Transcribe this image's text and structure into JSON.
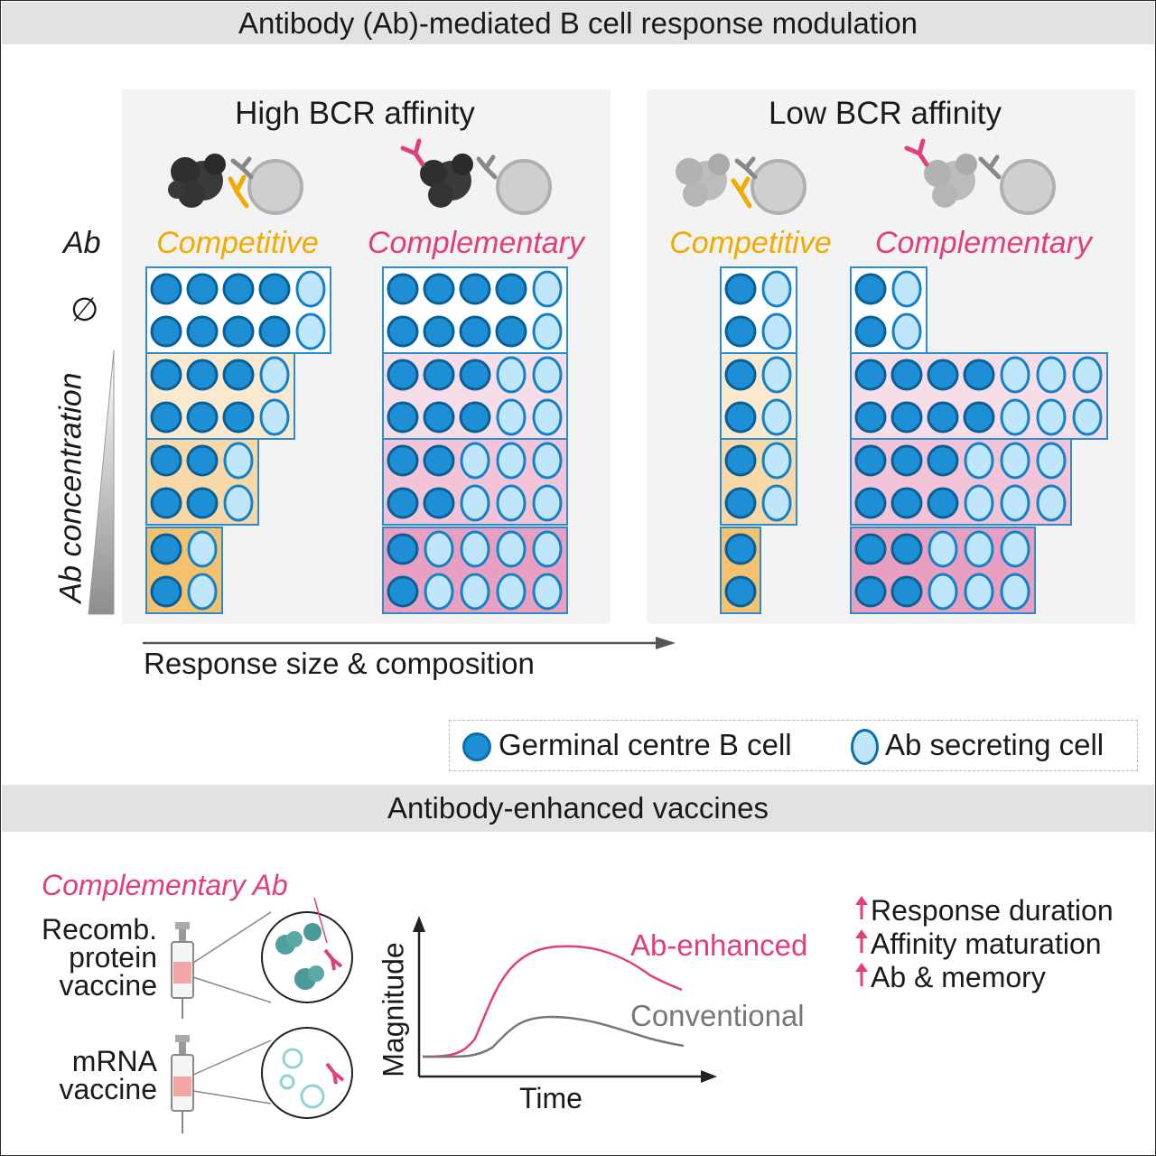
{
  "title": "Antibody (Ab)-mediated B cell response modulation",
  "panels": [
    {
      "heading": "High BCR affinity",
      "competitive_label": "Competitive",
      "complementary_label": "Complementary"
    },
    {
      "heading": "Low BCR affinity",
      "competitive_label": "Competitive",
      "complementary_label": "Complementary"
    }
  ],
  "y_axis": {
    "ab_label": "Ab",
    "empty_symbol": "∅",
    "concentration_label": "Ab concentration"
  },
  "x_axis_label": "Response size & composition",
  "legend": {
    "gc_label": "Germinal centre B cell",
    "asc_label": "Ab secreting cell"
  },
  "colors": {
    "gc_fill": "#1e8fd4",
    "gc_edge": "#0b5f97",
    "asc_fill": "#bfe6fa",
    "asc_edge": "#1481c7",
    "competitive": "#f2a900",
    "complementary": "#e23d7d",
    "tier_none": "#ffffff"
  },
  "grids": {
    "high_competitive": [
      [
        4,
        1
      ],
      [
        3,
        1
      ],
      [
        2,
        1
      ],
      [
        1,
        1
      ]
    ],
    "high_complementary": [
      [
        4,
        1
      ],
      [
        3,
        2
      ],
      [
        2,
        3
      ],
      [
        1,
        4
      ]
    ],
    "low_competitive": [
      [
        1,
        1
      ],
      [
        1,
        1
      ],
      [
        1,
        1
      ],
      [
        1,
        0
      ]
    ],
    "low_complementary": [
      [
        1,
        1
      ],
      [
        4,
        3
      ],
      [
        3,
        3
      ],
      [
        2,
        3
      ]
    ]
  },
  "bottom": {
    "title": "Antibody-enhanced vaccines",
    "complementary_ab_label": "Complementary Ab",
    "vaccine1_lines": [
      "Recomb.",
      "protein",
      "vaccine"
    ],
    "vaccine2_lines": [
      "mRNA",
      "vaccine"
    ],
    "graph": {
      "ylabel": "Magnitude",
      "xlabel": "Time",
      "enhanced_label": "Ab-enhanced",
      "conventional_label": "Conventional"
    },
    "benefits": [
      "Response duration",
      "Affinity maturation",
      "Ab & memory"
    ]
  }
}
